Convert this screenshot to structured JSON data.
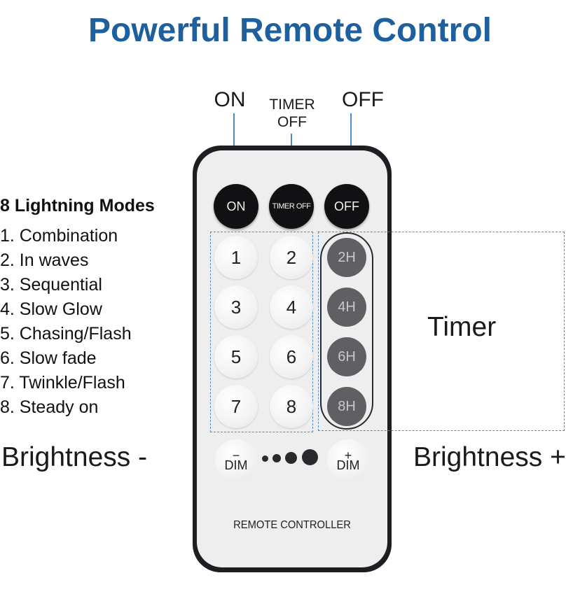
{
  "title": "Powerful Remote Control",
  "top_labels": {
    "on": "ON",
    "timer_off_line1": "TIMER",
    "timer_off_line2": "OFF",
    "off": "OFF"
  },
  "modes": {
    "heading": "8 Lightning Modes",
    "items": [
      "1. Combination",
      "2. In waves",
      "3. Sequential",
      "4. Slow Glow",
      "5. Chasing/Flash",
      "6. Slow fade",
      "7. Twinkle/Flash",
      "8. Steady on"
    ]
  },
  "side_labels": {
    "timer": "Timer",
    "brightness_minus": "Brightness -",
    "brightness_plus": "Brightness +"
  },
  "remote": {
    "power_buttons": {
      "on": "ON",
      "timer_off": "TIMER OFF",
      "off": "OFF"
    },
    "mode_buttons": [
      "1",
      "2",
      "3",
      "4",
      "5",
      "6",
      "7",
      "8"
    ],
    "timer_buttons": [
      "2H",
      "4H",
      "6H",
      "8H"
    ],
    "dim_minus": {
      "sign": "−",
      "label": "DIM"
    },
    "dim_plus": {
      "sign": "+",
      "label": "DIM"
    },
    "caption": "REMOTE CONTROLLER"
  },
  "colors": {
    "title": "#1e5f9e",
    "accent_dashed": "#4a8ec9",
    "remote_body": "#1d1d22",
    "remote_face": "#eeeeef",
    "timer_button": "#606064"
  }
}
